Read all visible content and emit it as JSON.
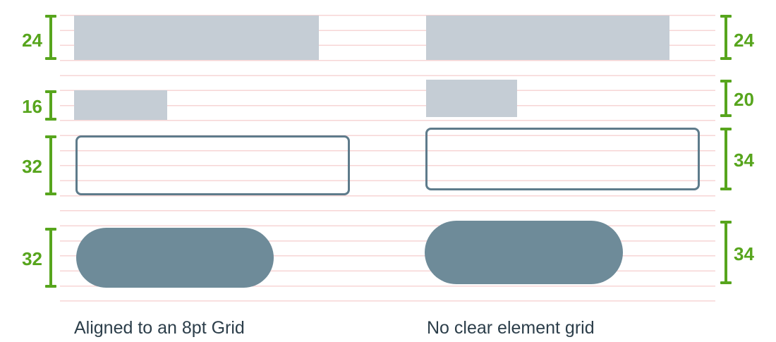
{
  "left_panel": {
    "caption": "Aligned to an 8pt Grid",
    "measurements": [
      "24",
      "16",
      "32",
      "32"
    ]
  },
  "right_panel": {
    "caption": "No clear element grid",
    "measurements": [
      "24",
      "20",
      "34",
      "34"
    ]
  },
  "colors": {
    "grid_line": "#f7d5d5",
    "bar_fill": "#c5cdd5",
    "outline_stroke": "#5e7b8b",
    "pill_fill": "#6e8b99",
    "measure_green": "#57a51d",
    "caption_text": "#2c3e4a"
  }
}
